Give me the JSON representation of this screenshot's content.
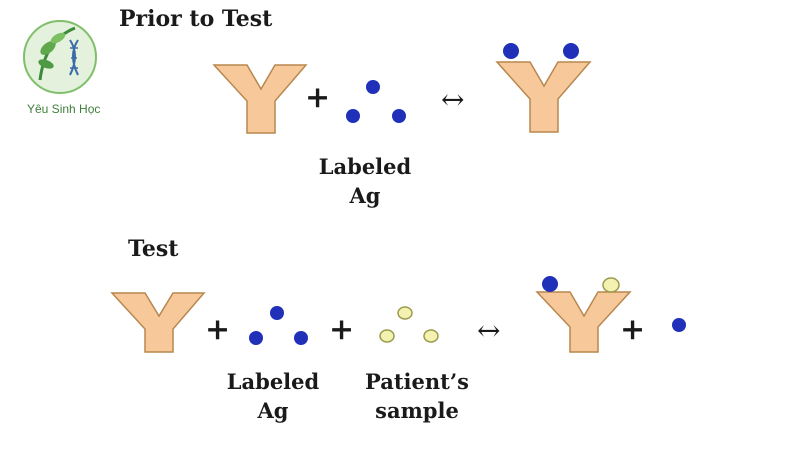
{
  "logo": {
    "text": "Yêu Sinh Học"
  },
  "section_prior": {
    "title": "Prior to Test",
    "plus": "+",
    "arrow": "↔",
    "labeled_ag_line1": "Labeled",
    "labeled_ag_line2": "Ag"
  },
  "section_test": {
    "title": "Test",
    "plus": "+",
    "arrow": "↔",
    "labeled_ag_line1": "Labeled",
    "labeled_ag_line2": "Ag",
    "patient_line1": "Patient’s",
    "patient_line2": "sample"
  },
  "colors": {
    "antibody_fill": "#f7c99a",
    "antibody_stroke": "#b8874f",
    "labeled_ag": "#2130b8",
    "patient_ag_fill": "#f4f2b0",
    "patient_ag_stroke": "#9c9a4e"
  }
}
